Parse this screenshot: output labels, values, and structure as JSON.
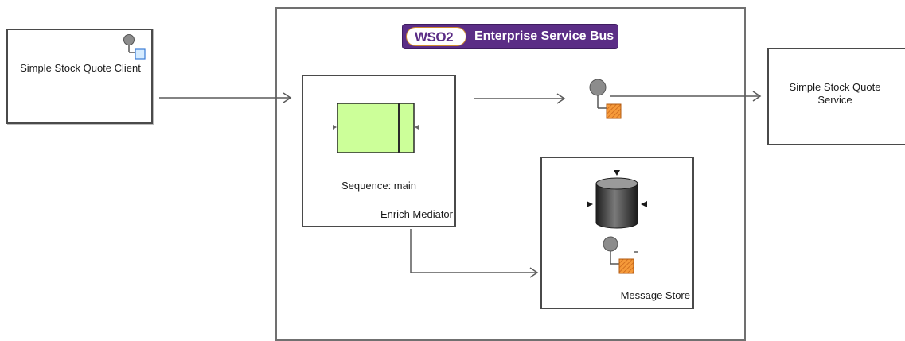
{
  "client": {
    "label": "Simple Stock Quote Client"
  },
  "esb": {
    "logo": "WSO2",
    "title": "Enterprise Service Bus"
  },
  "sequence": {
    "label": "Sequence: main",
    "mediator": "Enrich Mediator"
  },
  "message_store": {
    "label": "Message Store"
  },
  "service": {
    "label": "Simple Stock Quote Service"
  },
  "icons": [
    "endpoint-icon",
    "database-icon",
    "sequence-block-icon",
    "arrow-icon"
  ],
  "colors": {
    "banner": "#5b2d86",
    "sequence_fill": "#ccff99",
    "endpoint_hatch": "#f59a3a",
    "endpoint_circle": "#8c8c8c"
  }
}
